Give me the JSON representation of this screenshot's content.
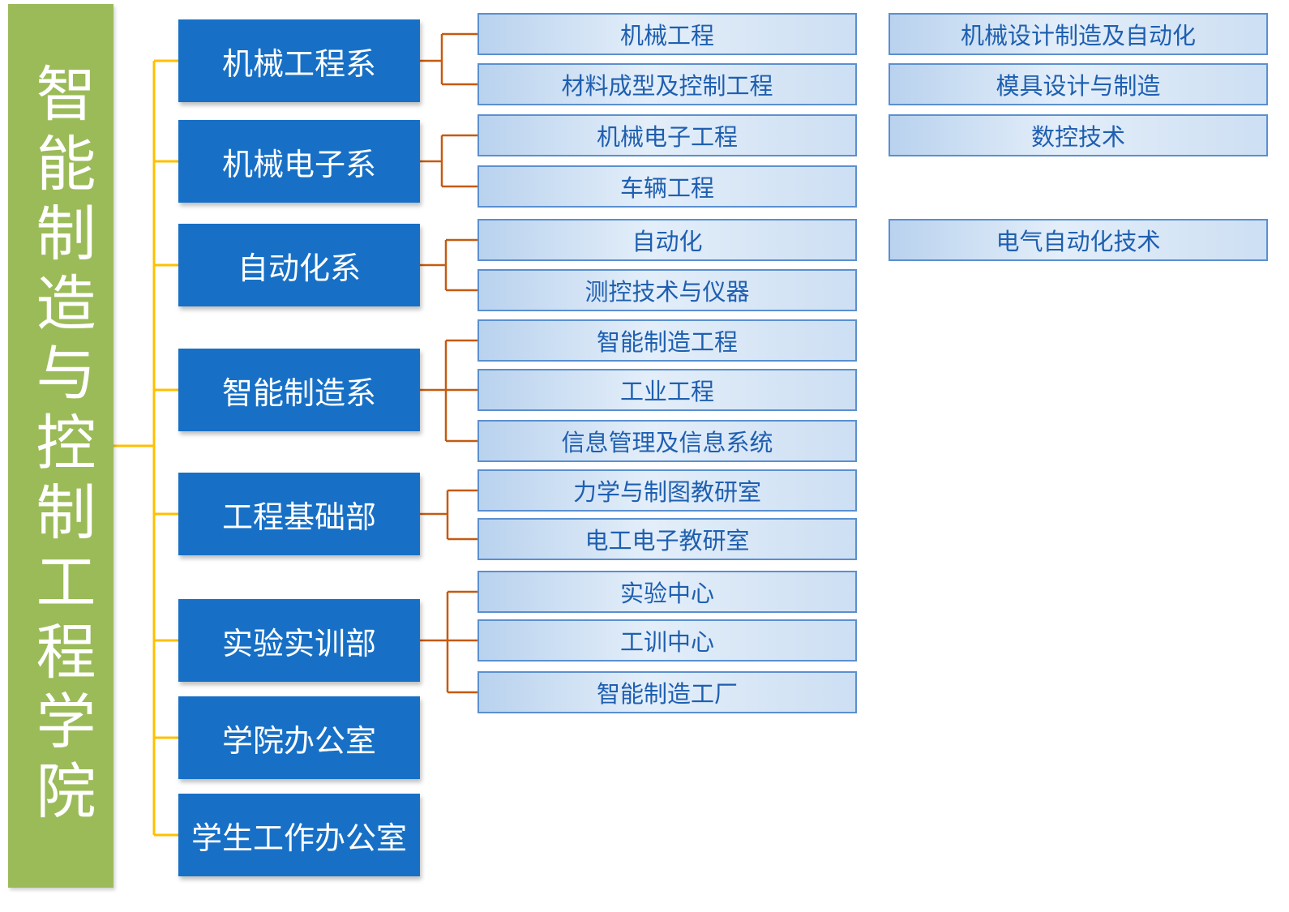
{
  "college": {
    "title": "智能制造与控制工程学院"
  },
  "departments": [
    {
      "name": "机械工程系",
      "majors": [
        "机械工程",
        "材料成型及控制工程"
      ]
    },
    {
      "name": "机械电子系",
      "majors": [
        "机械电子工程",
        "车辆工程"
      ]
    },
    {
      "name": "自动化系",
      "majors": [
        "自动化",
        "测控技术与仪器"
      ]
    },
    {
      "name": "智能制造系",
      "majors": [
        "智能制造工程",
        "工业工程",
        "信息管理及信息系统"
      ]
    },
    {
      "name": "工程基础部",
      "majors": [
        "力学与制图教研室",
        "电工电子教研室"
      ]
    },
    {
      "name": "实验实训部",
      "majors": [
        "实验中心",
        "工训中心",
        "智能制造工厂"
      ]
    },
    {
      "name": "学院办公室",
      "majors": []
    },
    {
      "name": "学生工作办公室",
      "majors": []
    }
  ],
  "vocational_majors": [
    "机械设计制造及自动化",
    "模具设计与制造",
    "数控技术",
    "电气自动化技术"
  ],
  "colors": {
    "college_bg": "#9bbb59",
    "dept_bg": "#1770c6",
    "main_connector": "#ffc000",
    "sub_connector": "#c55a11",
    "major_border": "#5b8fd0",
    "major_text": "#1f5fb0"
  }
}
